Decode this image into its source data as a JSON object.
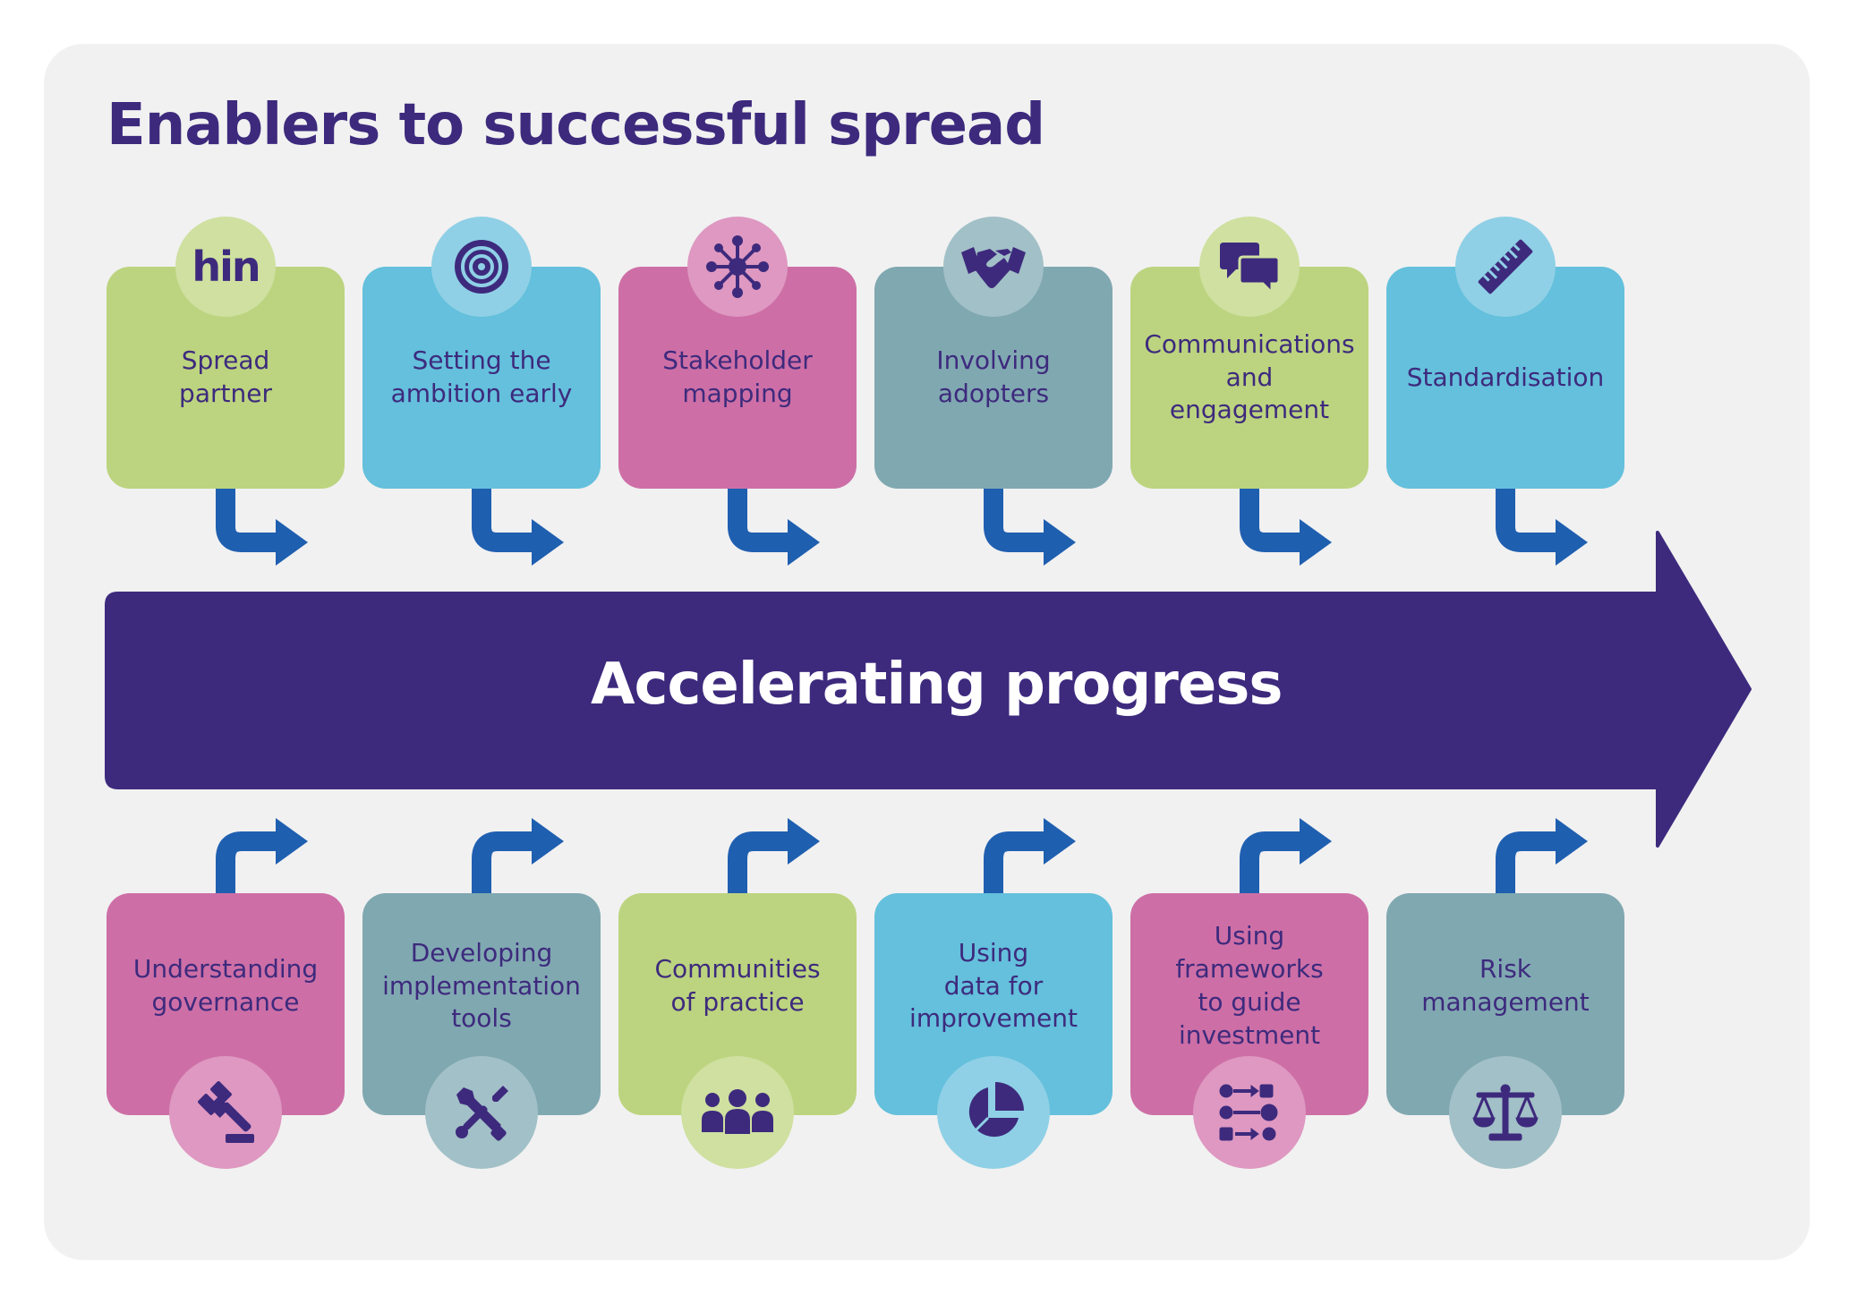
{
  "title": "Enablers to successful spread",
  "main_arrow_label": "Accelerating progress",
  "top_cards": [
    {
      "label": "Spread\npartner",
      "color": "#bcd47f",
      "icon": "hin-logo-icon"
    },
    {
      "label": "Setting the\nambition early",
      "color": "#64c0dc",
      "icon": "target-icon"
    },
    {
      "label": "Stakeholder\nmapping",
      "color": "#cd6fa6",
      "icon": "network-icon"
    },
    {
      "label": "Involving\nadopters",
      "color": "#80a8b1",
      "icon": "handshake-icon"
    },
    {
      "label": "Communications\nand\nengagement",
      "color": "#bcd47f",
      "icon": "chat-bubbles-icon"
    },
    {
      "label": "Standardisation",
      "color": "#64c0dc",
      "icon": "ruler-icon"
    }
  ],
  "bottom_cards": [
    {
      "label": "Understanding\ngovernance",
      "color": "#cd6fa6",
      "icon": "gavel-icon"
    },
    {
      "label": "Developing\nimplementation\ntools",
      "color": "#80a8b1",
      "icon": "tools-icon"
    },
    {
      "label": "Communities\nof practice",
      "color": "#bcd47f",
      "icon": "people-group-icon"
    },
    {
      "label": "Using\ndata for\nimprovement",
      "color": "#64c0dc",
      "icon": "pie-chart-icon"
    },
    {
      "label": "Using\nframeworks\nto guide\ninvestment",
      "color": "#cd6fa6",
      "icon": "framework-flow-icon"
    },
    {
      "label": "Risk\nmanagement",
      "color": "#80a8b1",
      "icon": "scales-icon"
    }
  ],
  "hin_logo_text": "hin",
  "colors": {
    "title": "#3d2a7d",
    "main_arrow": "#3d2a7d",
    "connector_arrow": "#1f5fb0",
    "panel": "#f1f1f1"
  }
}
